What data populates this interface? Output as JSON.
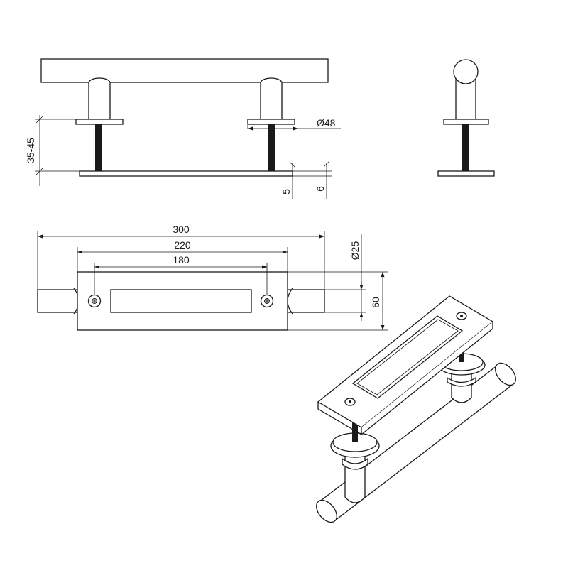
{
  "dimensions": {
    "height_range": "35-45",
    "flange_diameter": "48",
    "plate_thickness_a": "5",
    "plate_thickness_b": "6",
    "overall_length": "300",
    "plate_length": "220",
    "hole_spacing": "180",
    "bar_diameter": "25",
    "plate_height": "60"
  },
  "symbols": {
    "diameter": "Ø"
  }
}
